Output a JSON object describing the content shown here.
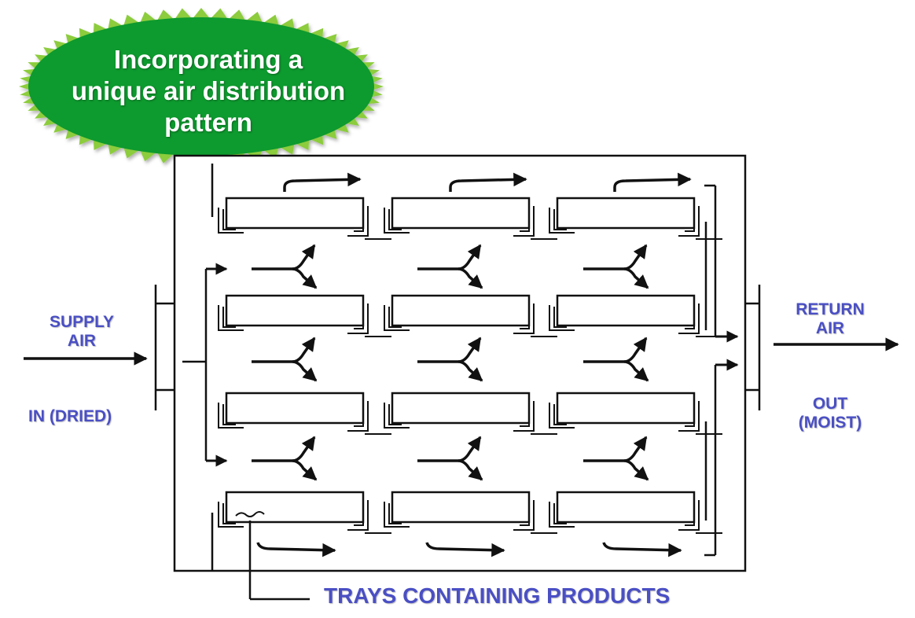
{
  "badge": {
    "line1": "Incorporating a",
    "line2": "unique air distribution",
    "line3": "pattern",
    "fill_color": "#0d9a2e",
    "edge_color": "#8ccc3c"
  },
  "labels": {
    "supply_line1": "SUPPLY",
    "supply_line2": "AIR",
    "supply_line3": "IN (DRIED)",
    "return_line1": "RETURN",
    "return_line2": "AIR",
    "return_line3": "OUT",
    "return_line4": "(MOIST)",
    "trays": "TRAYS CONTAINING PRODUCTS"
  },
  "colors": {
    "label_text": "#4a4fc4",
    "line": "#111111"
  },
  "tray_rows": 4,
  "tray_cols": 3
}
